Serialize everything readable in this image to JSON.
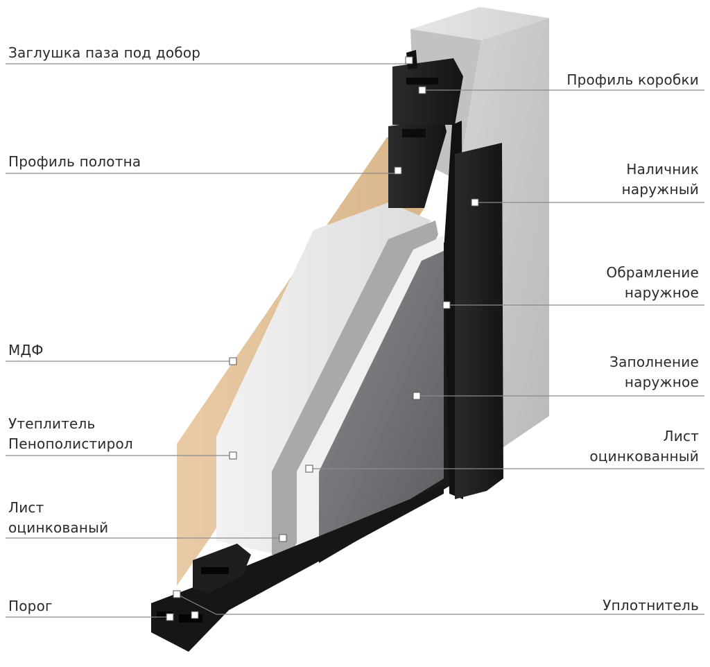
{
  "diagram": {
    "labels": {
      "zaglushka": "Заглушка паза под добор",
      "profile_korobki": "Профиль коробки",
      "profile_polotna": "Профиль полотна",
      "nalichnik_line1": "Наличник",
      "nalichnik_line2": "наружный",
      "obramlenie_line1": "Обрамление",
      "obramlenie_line2": "наружное",
      "mdf": "МДФ",
      "zapolnenie_line1": "Заполнение",
      "zapolnenie_line2": "наружное",
      "uteplitel_line1": "Утеплитель",
      "uteplitel_line2": "Пенополистирол",
      "list_right_line1": "Лист",
      "list_right_line2": "оцинкованный",
      "list_left_line1": "Лист",
      "list_left_line2": "оцинкованый",
      "porog": "Порог",
      "uplotnitel": "Уплотнитель"
    },
    "colors": {
      "concrete": "#c9c9c9",
      "mdf": "#e3c39c",
      "foam": "#e8e8e8",
      "steel": "#b5b5b5",
      "profile": "#1c1c1c",
      "panel": "#6f7174",
      "leader": "#888888"
    }
  }
}
